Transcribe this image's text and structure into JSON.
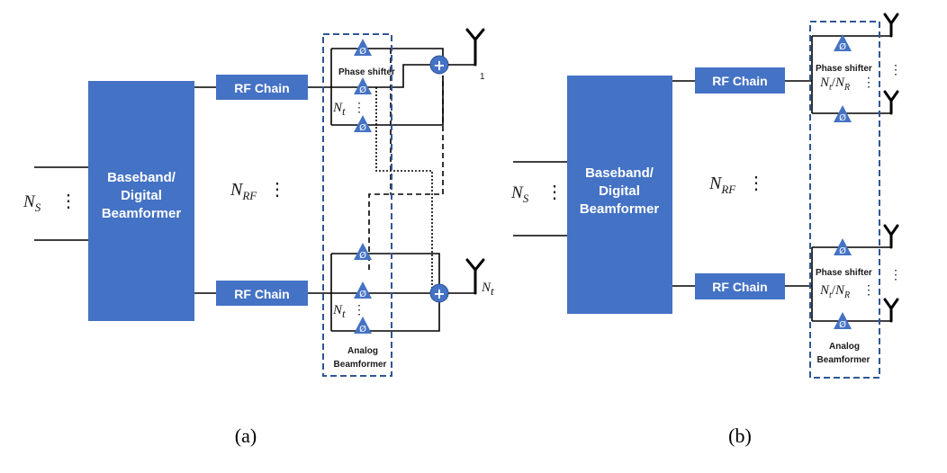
{
  "panel_a": {
    "baseband": [
      "Baseband/",
      "Digital",
      "Beamformer"
    ],
    "rf_chain_top": "RF Chain",
    "rf_chain_bottom": "RF Chain",
    "ns_label": "N",
    "ns_sub": "S",
    "nrf_label": "N",
    "nrf_sub": "RF",
    "dots": "⋮",
    "phase_shifter_label": "Phase shifter",
    "nt_label": "N",
    "nt_sub": "t",
    "phi": "Ø",
    "plus": "+",
    "antenna_top_index": "1",
    "antenna_bottom_label": "N",
    "antenna_bottom_sub": "t",
    "analog_label": [
      "Analog",
      "Beamformer"
    ],
    "caption": "(a)"
  },
  "panel_b": {
    "baseband": [
      "Baseband/",
      "Digital",
      "Beamformer"
    ],
    "rf_chain_top": "RF Chain",
    "rf_chain_bottom": "RF Chain",
    "ns_label": "N",
    "ns_sub": "S",
    "nrf_label": "N",
    "nrf_sub": "RF",
    "dots": "⋮",
    "phase_shifter_label": "Phase shifter",
    "ratio_n1": "N",
    "ratio_s1": "t",
    "ratio_slash": "/",
    "ratio_n2": "N",
    "ratio_s2": "R",
    "phi": "Ø",
    "analog_label": [
      "Analog",
      "Beamformer"
    ],
    "caption": "(b)"
  }
}
